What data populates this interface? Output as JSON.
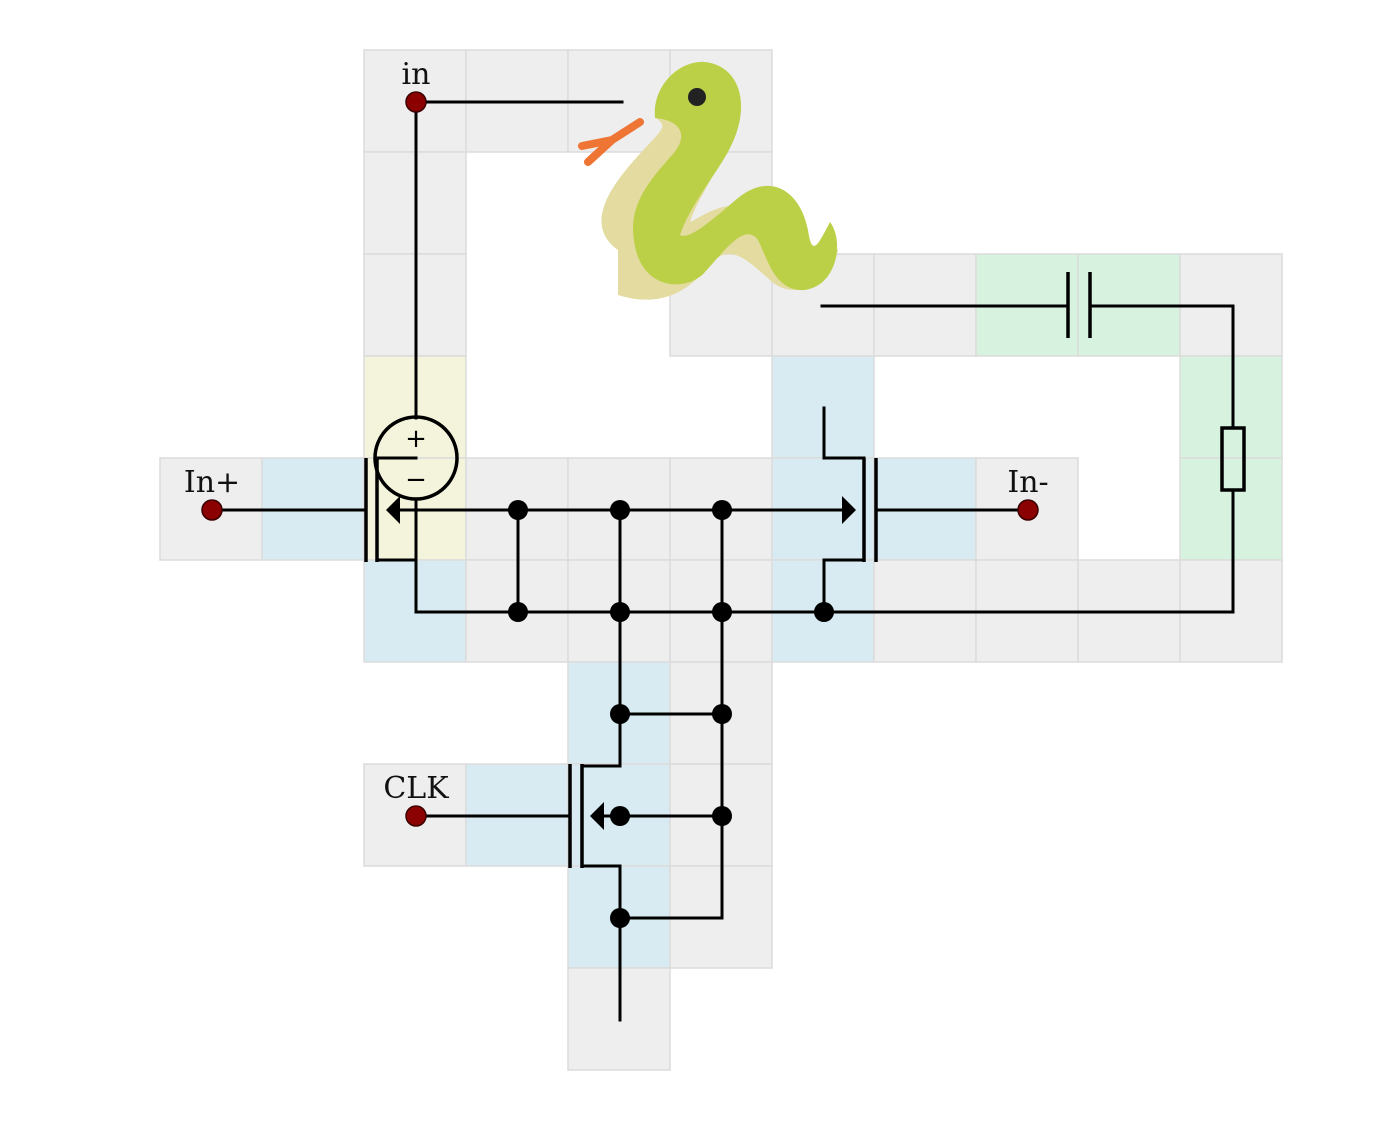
{
  "board": {
    "palette": {
      "path": "#eeeeee",
      "transistor": "#d8ebf2",
      "passive": "#d8f2e0",
      "source": "#f4f4dc",
      "wire": "#000000",
      "port": "#8b0000"
    },
    "ports": [
      {
        "id": "in",
        "label": "in"
      },
      {
        "id": "in-plus",
        "label": "In+"
      },
      {
        "id": "in-minus",
        "label": "In-"
      },
      {
        "id": "clk",
        "label": "CLK"
      }
    ],
    "source_signs": {
      "plus": "+",
      "minus": "−"
    },
    "snake": {
      "icon": "snake-icon",
      "body": "#bcd047",
      "belly": "#e3dba0",
      "tongue": "#ef7535"
    }
  }
}
